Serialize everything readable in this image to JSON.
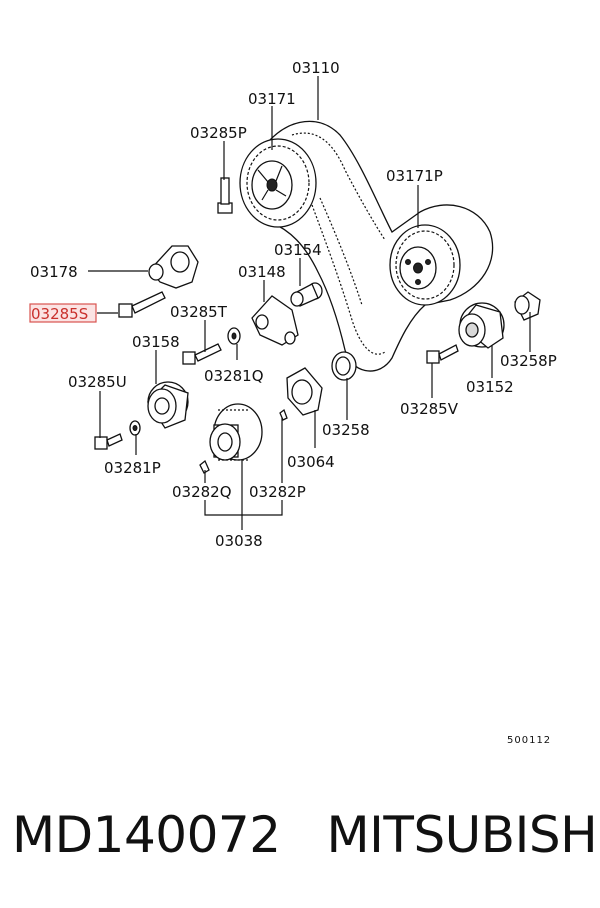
{
  "diagram": {
    "callouts": {
      "c03110": "03110",
      "c03171": "03171",
      "c03285P": "03285P",
      "c03171P": "03171P",
      "c03154": "03154",
      "c03178": "03178",
      "c03148": "03148",
      "c03285S": "03285S",
      "c03285T": "03285T",
      "c03158": "03158",
      "c03281Q": "03281Q",
      "c03258P": "03258P",
      "c03152": "03152",
      "c03285U": "03285U",
      "c03285V": "03285V",
      "c03258": "03258",
      "c03064": "03064",
      "c03281P": "03281P",
      "c03282Q": "03282Q",
      "c03282P": "03282P",
      "c03038": "03038"
    },
    "highlighted_callout": "03285S",
    "highlight_color": "#d9534f",
    "figure_code": "500112"
  },
  "footer": {
    "part_number": "MD140072",
    "brand": "MITSUBISHI"
  }
}
